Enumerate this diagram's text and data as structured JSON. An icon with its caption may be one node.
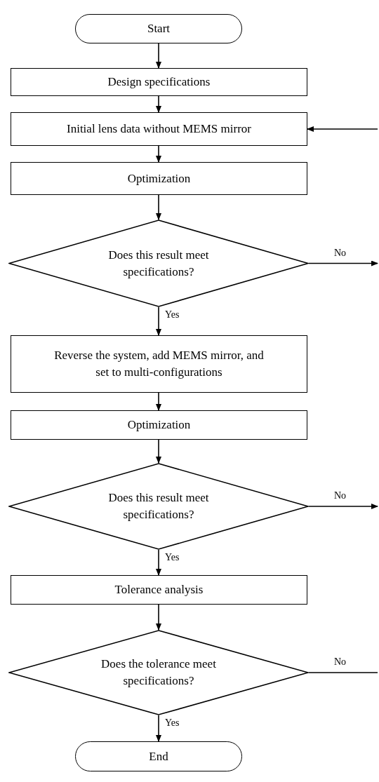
{
  "diagram": {
    "nodes": [
      {
        "text": [
          "Start"
        ]
      },
      {
        "text": [
          "Design specifications"
        ]
      },
      {
        "text": [
          "Initial lens data without MEMS mirror"
        ]
      },
      {
        "text": [
          "Optimization"
        ]
      },
      {
        "text": [
          "Does this result meet specifications?"
        ]
      },
      {
        "text": [
          "Reverse the system, add MEMS mirror, and set to multi-configurations"
        ]
      },
      {
        "text": [
          "Optimization"
        ]
      },
      {
        "text": [
          "Does this result meet specifications?"
        ]
      },
      {
        "text": [
          "Tolerance analysis"
        ]
      },
      {
        "text": [
          "Does the tolerance meet specifications?"
        ]
      },
      {
        "text": [
          "End"
        ]
      }
    ],
    "edges": [
      {
        "from": 0,
        "to": 1,
        "arrow": "to"
      },
      {
        "from": 1,
        "to": 2,
        "arrow": "to"
      },
      {
        "from": 2,
        "to": 3,
        "arrow": "to"
      },
      {
        "from": 3,
        "to": 4,
        "arrow": "to"
      },
      {
        "from": 4,
        "to": null,
        "label": "No",
        "arrow": "to"
      },
      {
        "from": null,
        "to": 2,
        "arrow": "to"
      },
      {
        "from": 4,
        "to": 5,
        "label": "Yes",
        "arrow": "to"
      },
      {
        "from": 5,
        "to": 6,
        "arrow": "to"
      },
      {
        "from": 6,
        "to": 7,
        "arrow": "to"
      },
      {
        "from": 7,
        "to": null,
        "label": "No",
        "arrow": "to"
      },
      {
        "from": 7,
        "to": 8,
        "label": "Yes",
        "arrow": "to"
      },
      {
        "from": 8,
        "to": 9,
        "arrow": "to"
      },
      {
        "from": 9,
        "to": null,
        "label": "No",
        "arrow": "none"
      },
      {
        "from": 9,
        "to": 10,
        "label": "Yes",
        "arrow": "to"
      }
    ]
  }
}
